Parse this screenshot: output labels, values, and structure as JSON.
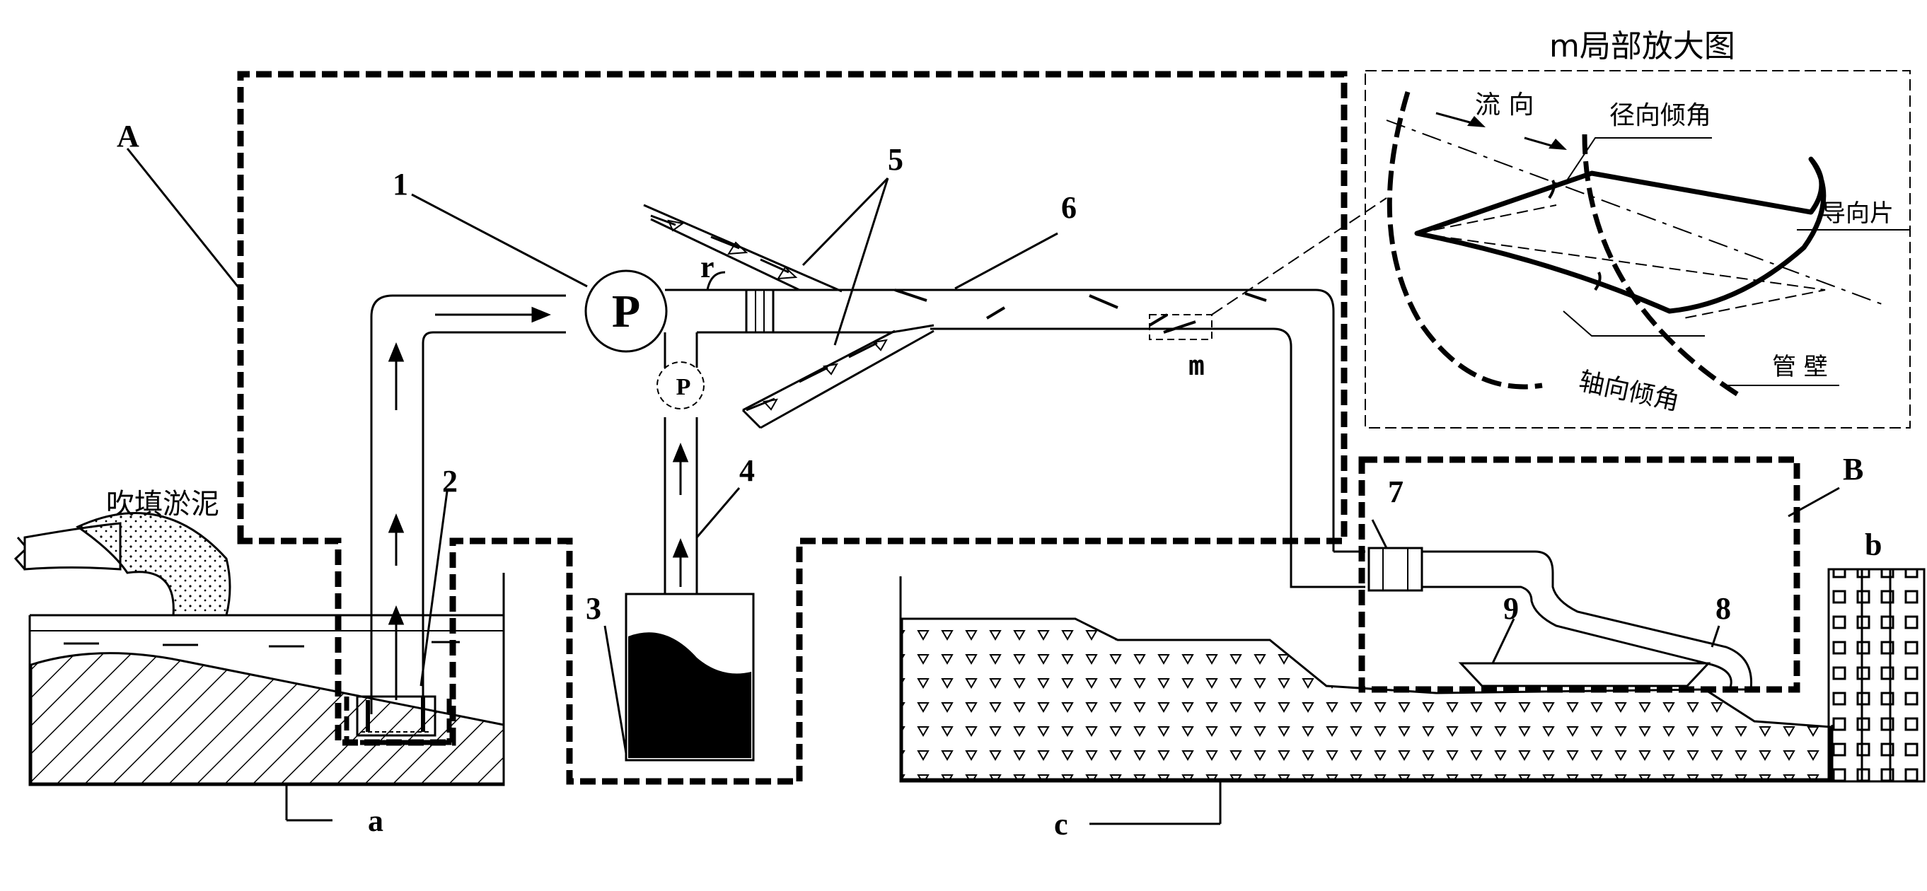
{
  "labels": {
    "A": "A",
    "B": "B",
    "a": "a",
    "b": "b",
    "c": "c",
    "n1": "1",
    "n2": "2",
    "n3": "3",
    "n4": "4",
    "n5": "5",
    "n6": "6",
    "n7": "7",
    "n8": "8",
    "n9": "9",
    "r": "r",
    "m": "m"
  },
  "pump_main": "P",
  "pump_small": "P",
  "dredge_text": "吹填淤泥",
  "inset": {
    "title": "m局部放大图",
    "flow_direction": "流  向",
    "radial_angle": "径向倾角",
    "guide_vane": "导向片",
    "axial_angle": "轴向倾角",
    "pipe_wall": "管  壁"
  }
}
